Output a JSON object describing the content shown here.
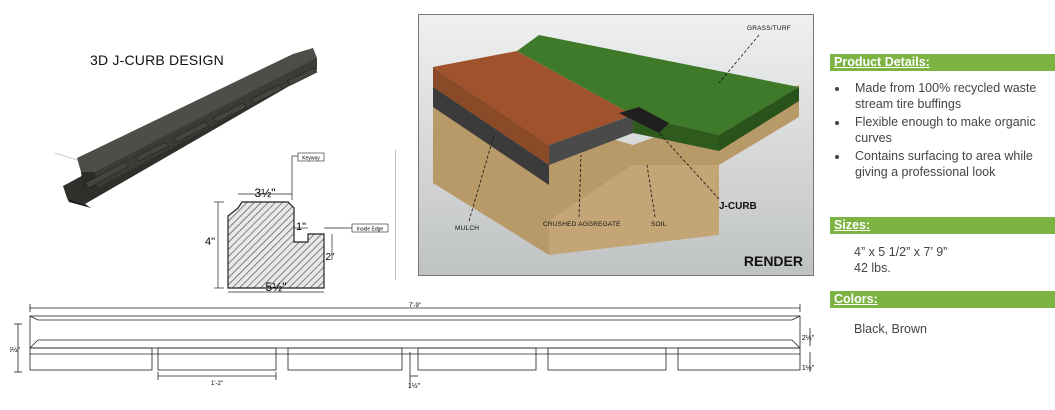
{
  "left": {
    "title": "3D J-CURB DESIGN"
  },
  "profile": {
    "keyway_label": "Keyway",
    "inside_edge_label": "Inside Edge",
    "top_width": "3½\"",
    "slot_width": "1\"",
    "height": "4\"",
    "inside_height": "2\"",
    "bottom_width": "5½\""
  },
  "render": {
    "grass_label": "GRASS/TURF",
    "mulch_label": "MULCH",
    "aggregate_label": "CRUSHED AGGREGATE",
    "soil_label": "SOIL",
    "jcurb_label": "J-CURB",
    "render_label": "RENDER"
  },
  "elevation": {
    "length": "7'-9\"",
    "height": "5½\"",
    "upper_height": "2½\"",
    "lower_height": "1½\"",
    "segment_width": "1'-2\"",
    "gap_width": "1½\""
  },
  "info": {
    "details_heading": "Product Details:",
    "details": [
      "Made from 100% recycled waste stream tire buffings",
      "Flexible enough to make organic curves",
      "Contains surfacing to area while  giving a professional look"
    ],
    "sizes_heading": "Sizes:",
    "sizes_line1": "4” x 5 1/2” x 7’ 9”",
    "sizes_line2": "42 lbs.",
    "colors_heading": "Colors:",
    "colors_value": "Black, Brown"
  },
  "colors": {
    "accent_green": "#7cb342",
    "curb_dark": "#3a3d36",
    "mulch": "#a0522d",
    "grass": "#3f7a2a",
    "soil": "#b89968"
  }
}
